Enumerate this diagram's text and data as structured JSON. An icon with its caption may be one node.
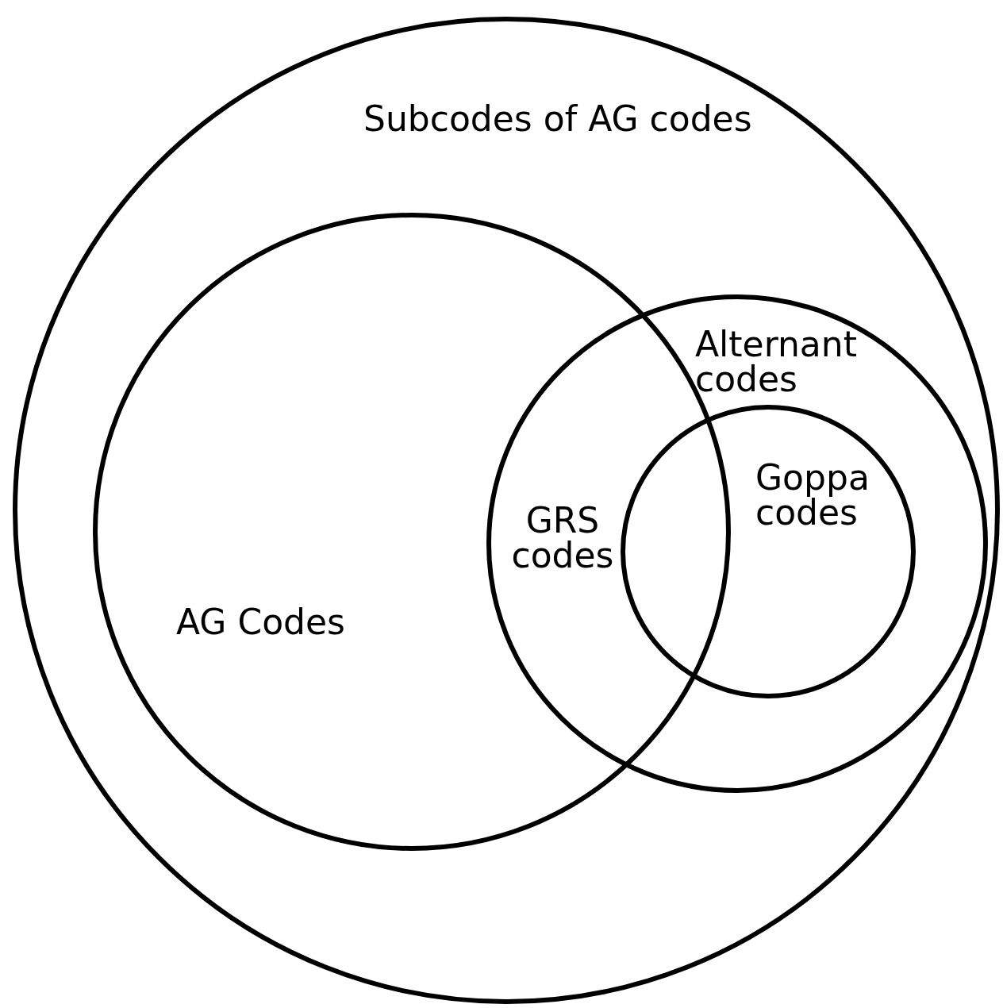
{
  "diagram": {
    "nodes": [
      {
        "text": [
          "Subcodes of AG codes"
        ]
      },
      {
        "text": [
          "AG Codes"
        ],
        "in": 0
      },
      {
        "text": [
          "Alternant codes"
        ],
        "in": 0
      },
      {
        "text": [
          "Goppa codes"
        ],
        "in": 2
      }
    ],
    "labels": [
      "GRS codes"
    ]
  }
}
